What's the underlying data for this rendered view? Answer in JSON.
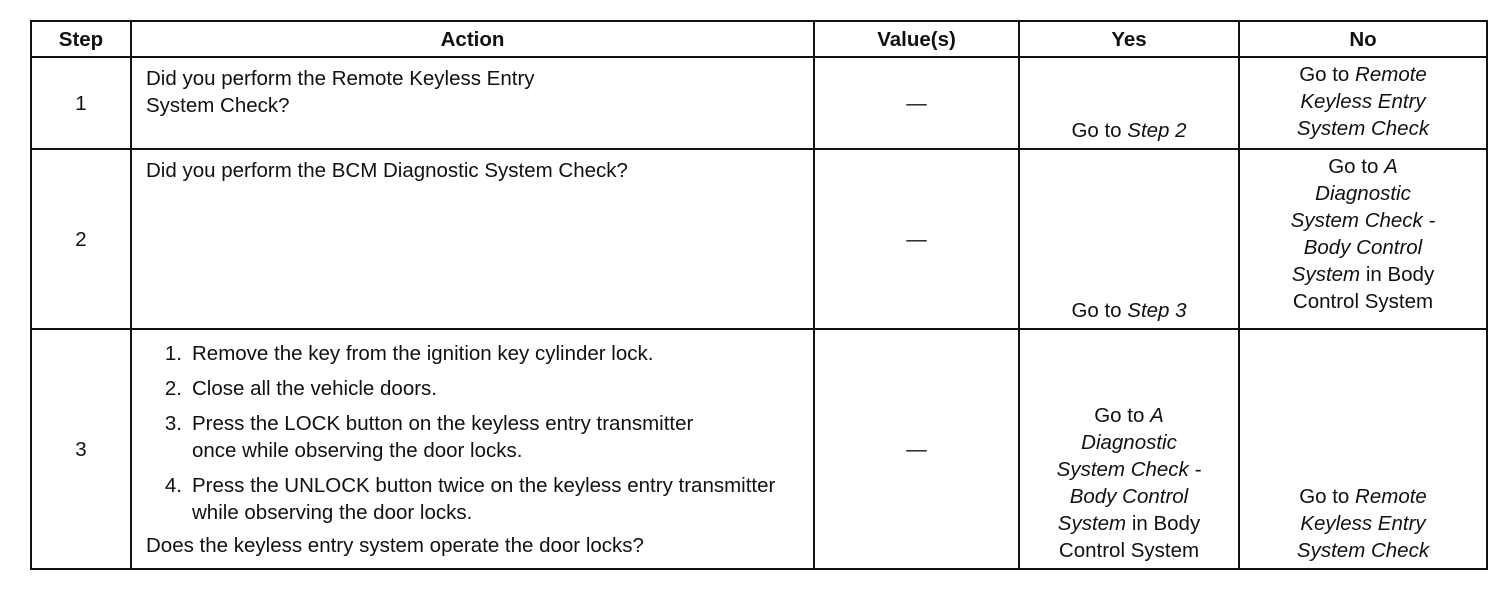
{
  "headers": {
    "step": "Step",
    "action": "Action",
    "values": "Value(s)",
    "yes": "Yes",
    "no": "No"
  },
  "rows": [
    {
      "step": "1",
      "action": [
        "Did you perform the Remote Keyless Entry",
        "System Check?"
      ],
      "value": "—",
      "yes": {
        "prefix": "Go to ",
        "italic": "Step 2"
      },
      "no": {
        "prefix": "Go to ",
        "lines_italic": [
          "Remote",
          "Keyless Entry",
          "System Check"
        ]
      }
    },
    {
      "step": "2",
      "action": [
        "Did you perform the BCM Diagnostic System Check?"
      ],
      "value": "—",
      "yes": {
        "prefix": "Go to ",
        "italic": "Step 3"
      },
      "no": {
        "prefix": "Go to ",
        "italic_a": "A",
        "italic_b": "Diagnostic",
        "italic_c": "System Check -",
        "italic_d": "Body Control",
        "italic_e": "System",
        "normal_e": " in Body",
        "normal_f": "Control System"
      }
    },
    {
      "step": "3",
      "steps": [
        {
          "n": "1.",
          "text": "Remove the key from the ignition key cylinder lock."
        },
        {
          "n": "2.",
          "text": "Close all the vehicle doors."
        },
        {
          "n": "3.",
          "text": "Press the LOCK button on the keyless entry transmitter once while observing the door locks."
        },
        {
          "n": "4.",
          "text": "Press the UNLOCK button twice on the keyless entry transmitter while observing the door locks."
        }
      ],
      "question": "Does the keyless entry system operate the door locks?",
      "value": "—",
      "yes": {
        "prefix": "Go to ",
        "italic_a": "A",
        "italic_b": "Diagnostic",
        "italic_c": "System Check -",
        "italic_d": "Body Control",
        "italic_e": "System",
        "normal_e": " in Body",
        "normal_f": "Control System"
      },
      "no": {
        "prefix": "Go to ",
        "lines_italic": [
          "Remote",
          "Keyless Entry",
          "System Check"
        ]
      }
    }
  ]
}
